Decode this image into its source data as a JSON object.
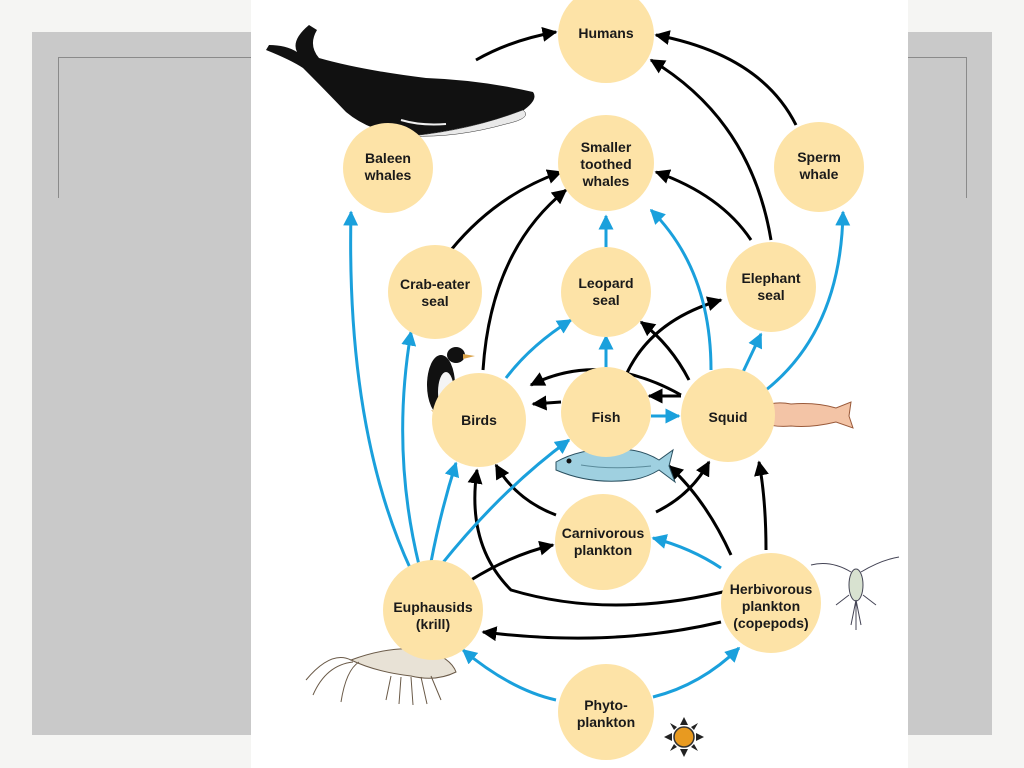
{
  "colors": {
    "node_fill": "#fde3a7",
    "arrow_black": "#000000",
    "arrow_blue": "#1aa0dc",
    "panel_gray": "#c9c9c9",
    "page_bg": "#f5f5f3"
  },
  "nodes": {
    "humans": {
      "lines": [
        "Humans"
      ]
    },
    "baleen_whales": {
      "lines": [
        "Baleen",
        "whales"
      ]
    },
    "smaller_toothed_whales": {
      "lines": [
        "Smaller",
        "toothed",
        "whales"
      ]
    },
    "sperm_whale": {
      "lines": [
        "Sperm",
        "whale"
      ]
    },
    "crab_eater_seal": {
      "lines": [
        "Crab-eater",
        "seal"
      ]
    },
    "leopard_seal": {
      "lines": [
        "Leopard",
        "seal"
      ]
    },
    "elephant_seal": {
      "lines": [
        "Elephant",
        "seal"
      ]
    },
    "birds": {
      "lines": [
        "Birds"
      ]
    },
    "fish": {
      "lines": [
        "Fish"
      ]
    },
    "squid": {
      "lines": [
        "Squid"
      ]
    },
    "carnivorous_plankton": {
      "lines": [
        "Carnivorous",
        "plankton"
      ]
    },
    "euphausids": {
      "lines": [
        "Euphausids",
        "(krill)"
      ]
    },
    "herbivorous_plankton": {
      "lines": [
        "Herbivorous",
        "plankton",
        "(copepods)"
      ]
    },
    "phytoplankton": {
      "lines": [
        "Phyto-",
        "plankton"
      ]
    }
  },
  "illustrations": [
    "whale",
    "penguin",
    "fish",
    "squid",
    "krill",
    "copepod",
    "phytoplankton-cell"
  ]
}
